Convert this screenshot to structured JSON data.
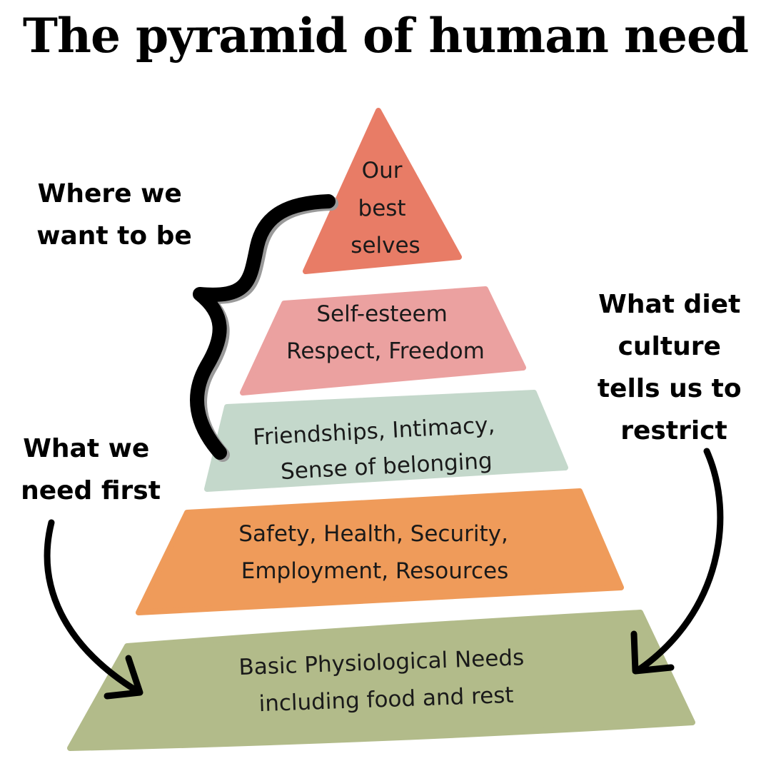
{
  "title": "The pyramid of human need",
  "tiers": [
    {
      "lines": [
        "Our",
        "best",
        "selves"
      ],
      "color": "#E87C66"
    },
    {
      "lines": [
        "Self-esteem",
        "Respect, Freedom"
      ],
      "color": "#EBA1A0"
    },
    {
      "lines": [
        "Friendships, Intimacy,",
        "Sense of belonging"
      ],
      "color": "#C4D8CB"
    },
    {
      "lines": [
        "Safety, Health, Security,",
        "Employment, Resources"
      ],
      "color": "#EF9B5A"
    },
    {
      "lines": [
        "Basic Physiological Needs",
        "including food and rest"
      ],
      "color": "#B2BB8A"
    }
  ],
  "annotations": {
    "want": [
      "Where we",
      "want to be"
    ],
    "need_first": [
      "What we",
      "need first"
    ],
    "diet": [
      "What diet",
      "culture",
      "tells us to",
      "restrict"
    ]
  }
}
